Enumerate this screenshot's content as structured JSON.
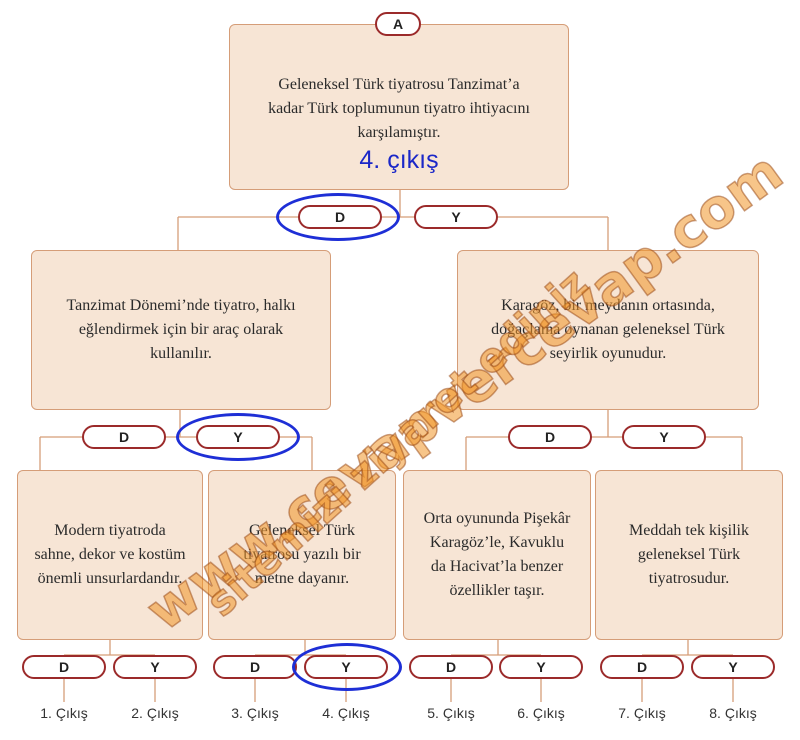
{
  "top": {
    "label": "A",
    "statement": "Geleneksel Türk tiyatrosu Tanzimat’a\nkadar Türk toplumunun tiyatro ihtiyacını\nkarşılamıştır.",
    "answer": "4. çıkış"
  },
  "mid_left": {
    "statement": "Tanzimat Dönemi’nde tiyatro, halkı\neğlendirmek için bir araç olarak\nkullanılır."
  },
  "mid_right": {
    "statement": "Karagöz, bir meydanın ortasında,\ndoğaçlama oynanan geleneksel Türk\nseyirlik oyunudur."
  },
  "bottom": [
    {
      "statement": "Modern tiyatroda\nsahne, dekor ve kostüm\nönemli unsurlardandır."
    },
    {
      "statement": "Geleneksel Türk\ntiyatrosu yazılı bir\nmetne dayanır."
    },
    {
      "statement": "Orta oyununda Pişekâr\nKaragöz’le, Kavuklu\nda Hacivat’la benzer\nözellikler taşır."
    },
    {
      "statement": "Meddah tek kişilik\ngeleneksel Türk\ntiyatrosudur."
    }
  ],
  "labels": {
    "true": "D",
    "false": "Y"
  },
  "exits": [
    "1. Çıkış",
    "2. Çıkış",
    "3. Çıkış",
    "4. Çıkış",
    "5. Çıkış",
    "6. Çıkış",
    "7. Çıkış",
    "8. Çıkış"
  ],
  "watermark": {
    "line1": "www.cevapvercevap.com",
    "line2": "sitemizi ziyaret ediniz"
  },
  "colors": {
    "box_fill": "#f7e5d5",
    "box_border": "#d59d78",
    "pill_border": "#9b2a2a",
    "highlight": "#1e2fd6",
    "watermark": "#f09628"
  }
}
